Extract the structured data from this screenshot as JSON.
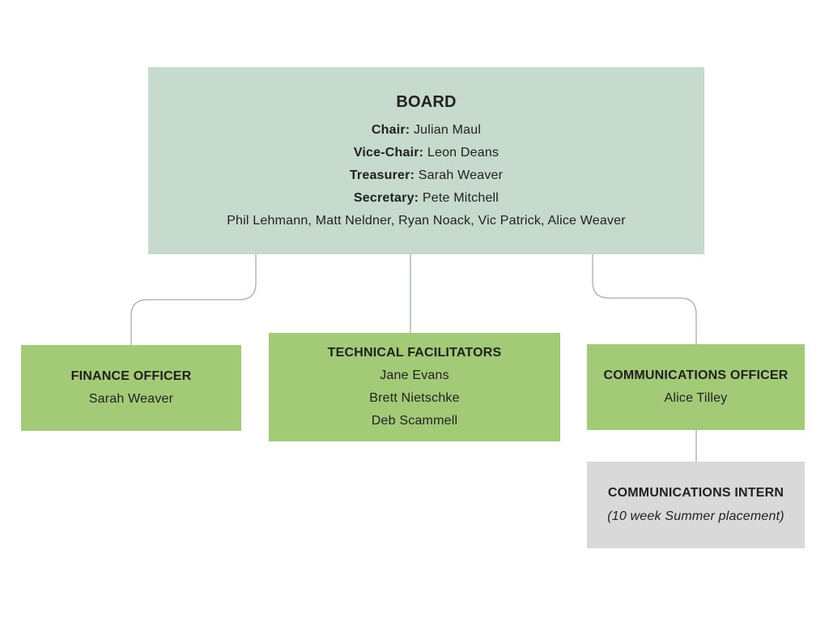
{
  "colors": {
    "page_bg": "#ffffff",
    "board_bg": "#c6dbce",
    "child_bg": "#a2ca77",
    "intern_bg": "#d9d9d9",
    "connector": "#a3aeb5",
    "text": "#212121"
  },
  "org_chart": {
    "board": {
      "title": "BOARD",
      "officers": [
        {
          "role": "Chair:",
          "name": "Julian Maul"
        },
        {
          "role": "Vice-Chair:",
          "name": "Leon Deans"
        },
        {
          "role": "Treasurer:",
          "name": "Sarah Weaver"
        },
        {
          "role": "Secretary:",
          "name": "Pete Mitchell"
        }
      ],
      "members_line": "Phil Lehmann, Matt Neldner, Ryan Noack, Vic Patrick, Alice Weaver"
    },
    "children": [
      {
        "id": "finance-officer",
        "title": "FINANCE OFFICER",
        "people": [
          "Sarah Weaver"
        ]
      },
      {
        "id": "technical-facilitators",
        "title": "TECHNICAL FACILITATORS",
        "people": [
          "Jane Evans",
          "Brett Nietschke",
          "Deb Scammell"
        ]
      },
      {
        "id": "communications-officer",
        "title": "COMMUNICATIONS OFFICER",
        "people": [
          "Alice Tilley"
        ]
      }
    ],
    "grandchild": {
      "id": "communications-intern",
      "title": "COMMUNICATIONS INTERN",
      "note": "(10 week Summer placement)"
    }
  }
}
